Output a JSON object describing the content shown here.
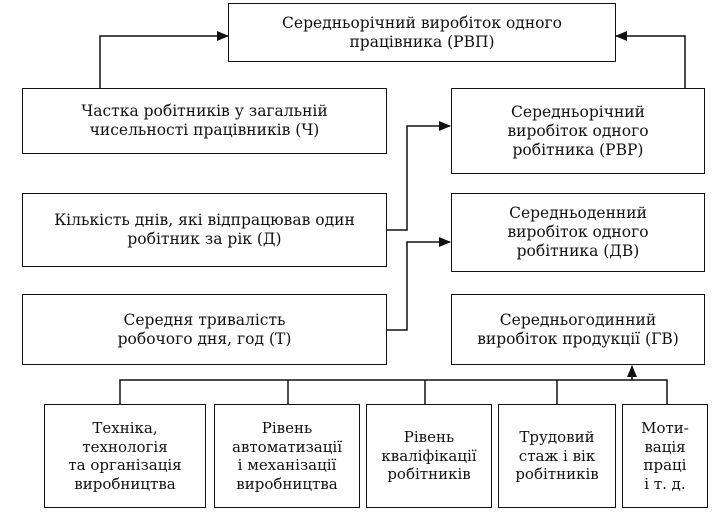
{
  "boxes": {
    "top": "Середньорічний виробіток одного\nпрацівника (РВП)",
    "share": "Частка робітників у загальній\nчисельності працівників (Ч)",
    "annual_worker": "Середньорічний\nвиробіток одного\nробітника (РВР)",
    "days": "Кількість днів, які відпрацював один\nробітник за рік (Д)",
    "daily": "Середньоденний\nвиробіток одного\nробітника (ДВ)",
    "hours": "Середня тривалість\nробочого дня, год (Т)",
    "hourly": "Середньогодинний\nвиробіток продукції (ГВ)"
  },
  "factors": [
    "Техніка,\nтехнологія\nта організація\nвиробництва",
    "Рівень\nавтоматизації\nі механізації\nвиробництва",
    "Рівень\nкваліфікації\nробітників",
    "Трудовий\nстаж і вік\nробітників",
    "Моти-\nвація\nпраці\nі т. д."
  ],
  "colors": {
    "line": "#111111",
    "background": "#ffffff"
  }
}
